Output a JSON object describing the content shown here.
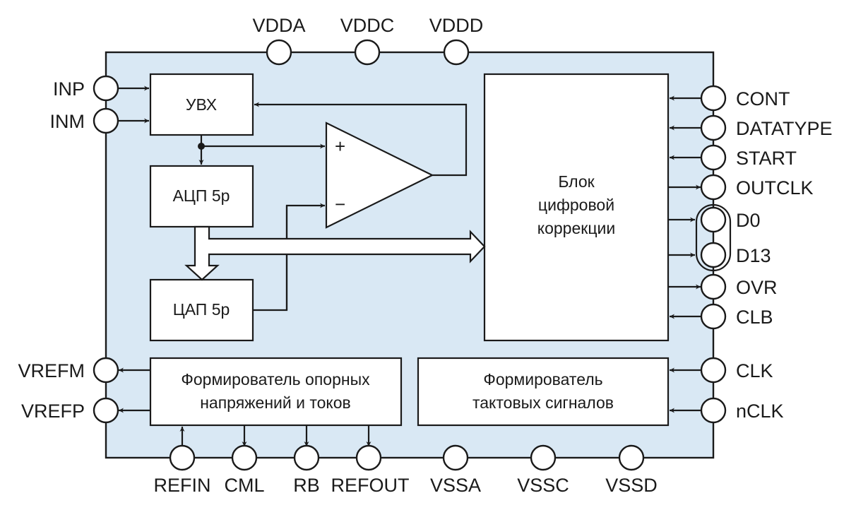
{
  "colors": {
    "chip_fill": "#d9e8f4",
    "line": "#1a1a1a",
    "block_fill": "#ffffff"
  },
  "pins": {
    "top": [
      "VDDA",
      "VDDC",
      "VDDD"
    ],
    "left": [
      "INP",
      "INM",
      "VREFM",
      "VREFP"
    ],
    "right": [
      "CONT",
      "DATATYPE",
      "START",
      "OUTCLK",
      "D0",
      "D13",
      "OVR",
      "CLB",
      "CLK",
      "nCLK"
    ],
    "bottom": [
      "REFIN",
      "CML",
      "RB",
      "REFOUT",
      "VSSA",
      "VSSC",
      "VSSD"
    ]
  },
  "blocks": {
    "sample_hold": "УВХ",
    "adc": "АЦП 5р",
    "dac": "ЦАП 5р",
    "digital_correction": [
      "Блок",
      "цифровой",
      "коррекции"
    ],
    "reference_generator": [
      "Формирователь опорных",
      "напряжений и токов"
    ],
    "clock_generator": [
      "Формирователь",
      "тактовых сигналов"
    ]
  },
  "amplifier": {
    "plus": "+",
    "minus": "−"
  }
}
